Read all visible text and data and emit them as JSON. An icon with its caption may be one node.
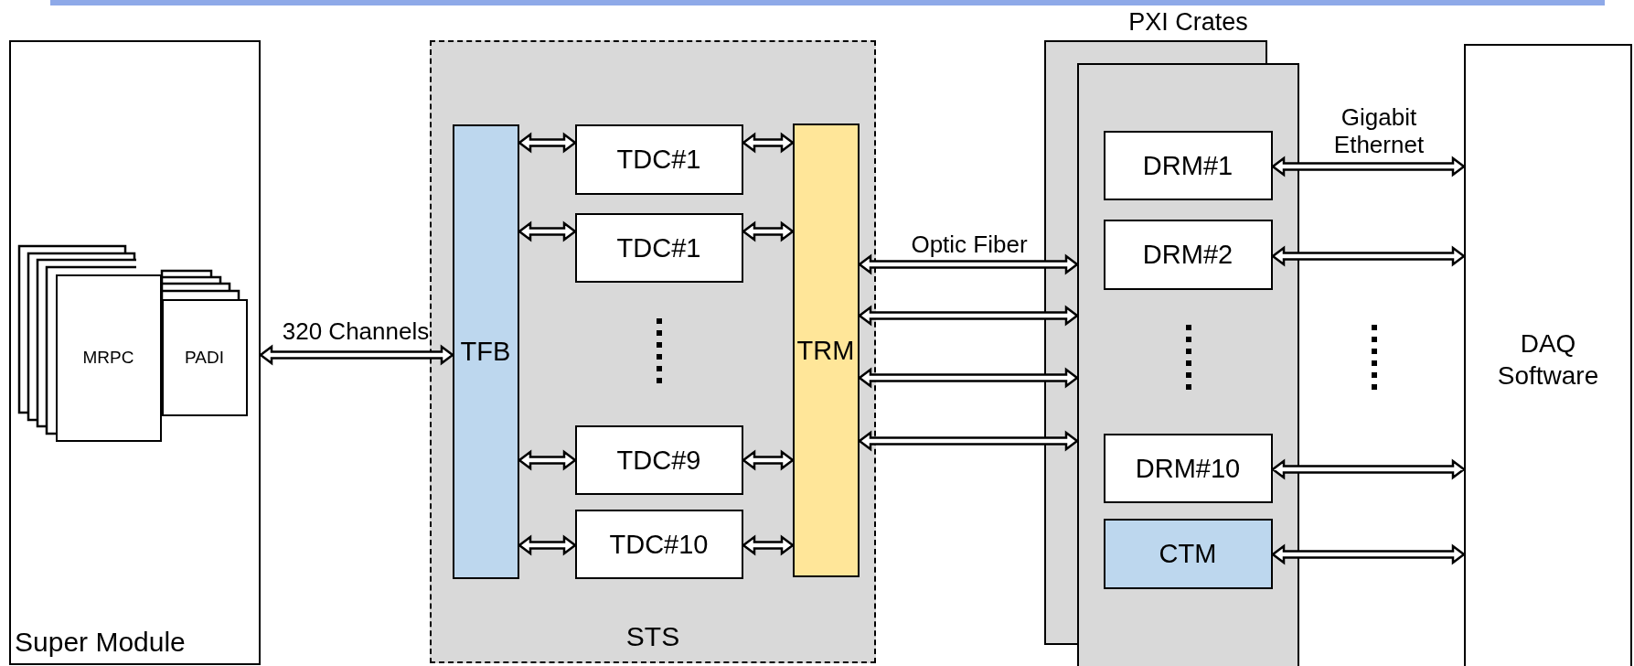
{
  "diagram": {
    "nodes": [
      {
        "text": [
          "Super Module"
        ]
      },
      {
        "text": [
          "MRPC"
        ],
        "in": 0
      },
      {
        "text": [
          "PADI"
        ],
        "in": 0
      },
      {
        "text": [
          "STS"
        ]
      },
      {
        "text": [
          "TFB"
        ],
        "in": 3
      },
      {
        "text": [
          "TDC#1"
        ],
        "in": 3
      },
      {
        "text": [
          "TDC#1"
        ],
        "in": 3
      },
      {
        "text": [
          "TDC#9"
        ],
        "in": 3
      },
      {
        "text": [
          "TDC#10"
        ],
        "in": 3
      },
      {
        "text": [
          "TRM"
        ],
        "in": 3
      },
      {
        "text": [
          "PXI Crates"
        ]
      },
      {
        "text": [
          "DRM#1"
        ],
        "in": 10
      },
      {
        "text": [
          "DRM#2"
        ],
        "in": 10
      },
      {
        "text": [
          "DRM#10"
        ],
        "in": 10
      },
      {
        "text": [
          "CTM"
        ],
        "in": 10
      },
      {
        "text": [
          "DAQ Software"
        ]
      }
    ],
    "edges": [
      {
        "from": 0,
        "to": 4,
        "arrow": "both",
        "label": "320 Channels"
      },
      {
        "from": 4,
        "to": 5,
        "arrow": "both"
      },
      {
        "from": 4,
        "to": 6,
        "arrow": "both"
      },
      {
        "from": 4,
        "to": 7,
        "arrow": "both"
      },
      {
        "from": 4,
        "to": 8,
        "arrow": "both"
      },
      {
        "from": 5,
        "to": 9,
        "arrow": "both"
      },
      {
        "from": 6,
        "to": 9,
        "arrow": "both"
      },
      {
        "from": 7,
        "to": 9,
        "arrow": "both"
      },
      {
        "from": 8,
        "to": 9,
        "arrow": "both"
      },
      {
        "from": 9,
        "to": 10,
        "arrow": "both",
        "label": "Optic Fiber"
      },
      {
        "from": 9,
        "to": 10,
        "arrow": "both"
      },
      {
        "from": 9,
        "to": 10,
        "arrow": "both"
      },
      {
        "from": 9,
        "to": 10,
        "arrow": "both"
      },
      {
        "from": 11,
        "to": 15,
        "arrow": "both",
        "label": "Gigabit Ethernet"
      },
      {
        "from": 12,
        "to": 15,
        "arrow": "both"
      },
      {
        "from": 13,
        "to": 15,
        "arrow": "both"
      },
      {
        "from": 14,
        "to": 15,
        "arrow": "both"
      }
    ]
  }
}
